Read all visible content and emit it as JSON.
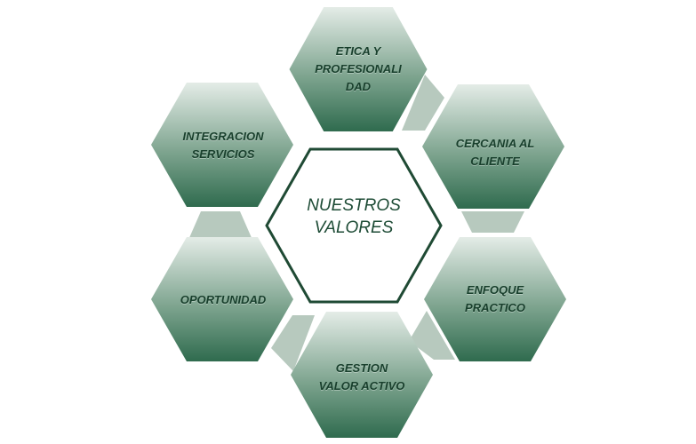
{
  "center": {
    "lines": [
      "NUESTROS",
      "VALORES"
    ]
  },
  "values": [
    {
      "id": "etica",
      "lines": [
        "ETICA Y",
        "PROFESIONALI",
        "DAD"
      ]
    },
    {
      "id": "cercania",
      "lines": [
        "CERCANIA AL",
        "CLIENTE"
      ]
    },
    {
      "id": "enfoque",
      "lines": [
        "ENFOQUE",
        "PRACTICO"
      ]
    },
    {
      "id": "gestion",
      "lines": [
        "GESTION",
        "VALOR ACTIVO"
      ]
    },
    {
      "id": "oportunidad",
      "lines": [
        "OPORTUNIDAD"
      ]
    },
    {
      "id": "integracion",
      "lines": [
        "INTEGRACION",
        "SERVICIOS"
      ]
    }
  ],
  "colors": {
    "hex_dark": "#2f6b4e",
    "hex_light": "#e4ece7",
    "connector": "#b7c9be",
    "center_stroke": "#1f4a34",
    "text": "#183f2c"
  }
}
